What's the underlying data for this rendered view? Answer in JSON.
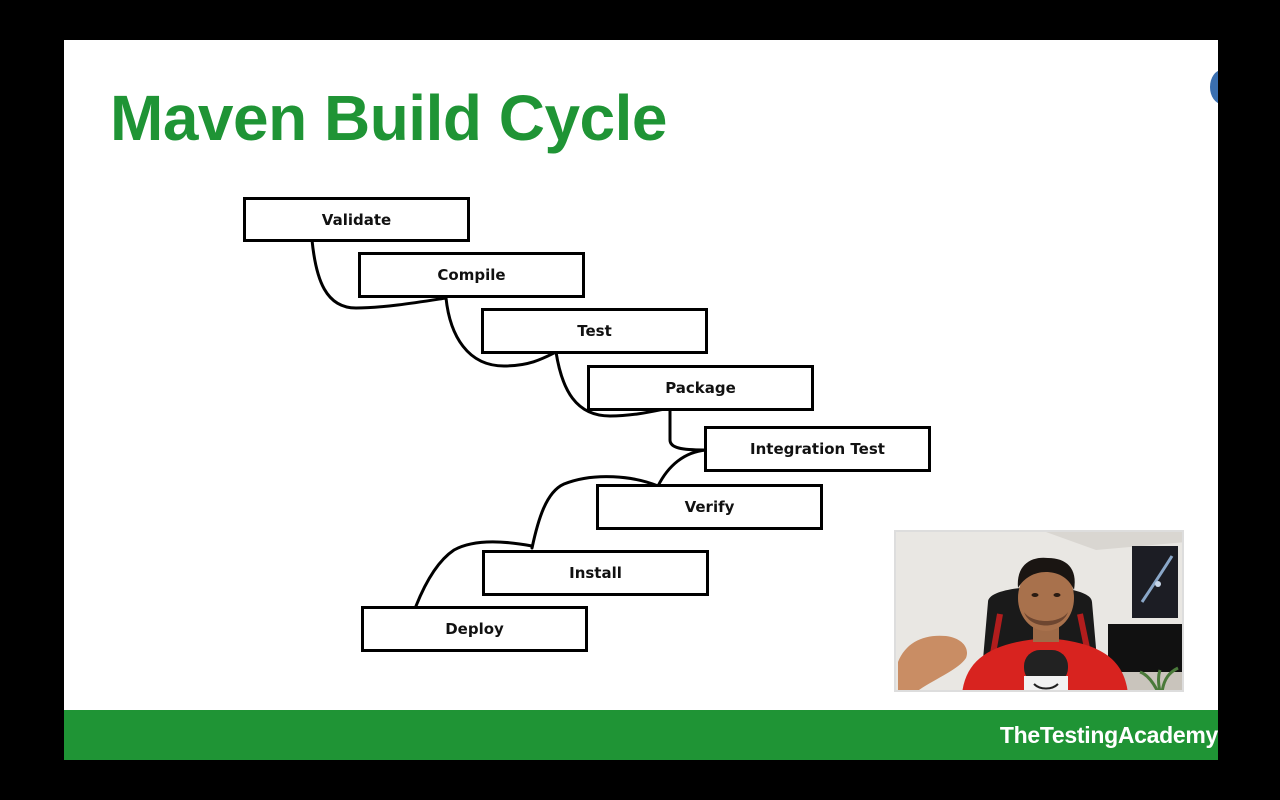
{
  "slide": {
    "title": "Maven Build Cycle",
    "brand": "TheTestingAcademy"
  },
  "diagram": {
    "stages": [
      {
        "id": "validate",
        "label": "Validate"
      },
      {
        "id": "compile",
        "label": "Compile"
      },
      {
        "id": "test",
        "label": "Test"
      },
      {
        "id": "package",
        "label": "Package"
      },
      {
        "id": "integration-test",
        "label": "Integration Test"
      },
      {
        "id": "verify",
        "label": "Verify"
      },
      {
        "id": "install",
        "label": "Install"
      },
      {
        "id": "deploy",
        "label": "Deploy"
      }
    ]
  },
  "colors": {
    "title": "#1f9435",
    "footer": "#1f9435",
    "brand_text": "#ffffff",
    "stage_border": "#000000",
    "connector": "#000000",
    "corner_mark": "#3a6fb0",
    "frame": "#000000"
  }
}
